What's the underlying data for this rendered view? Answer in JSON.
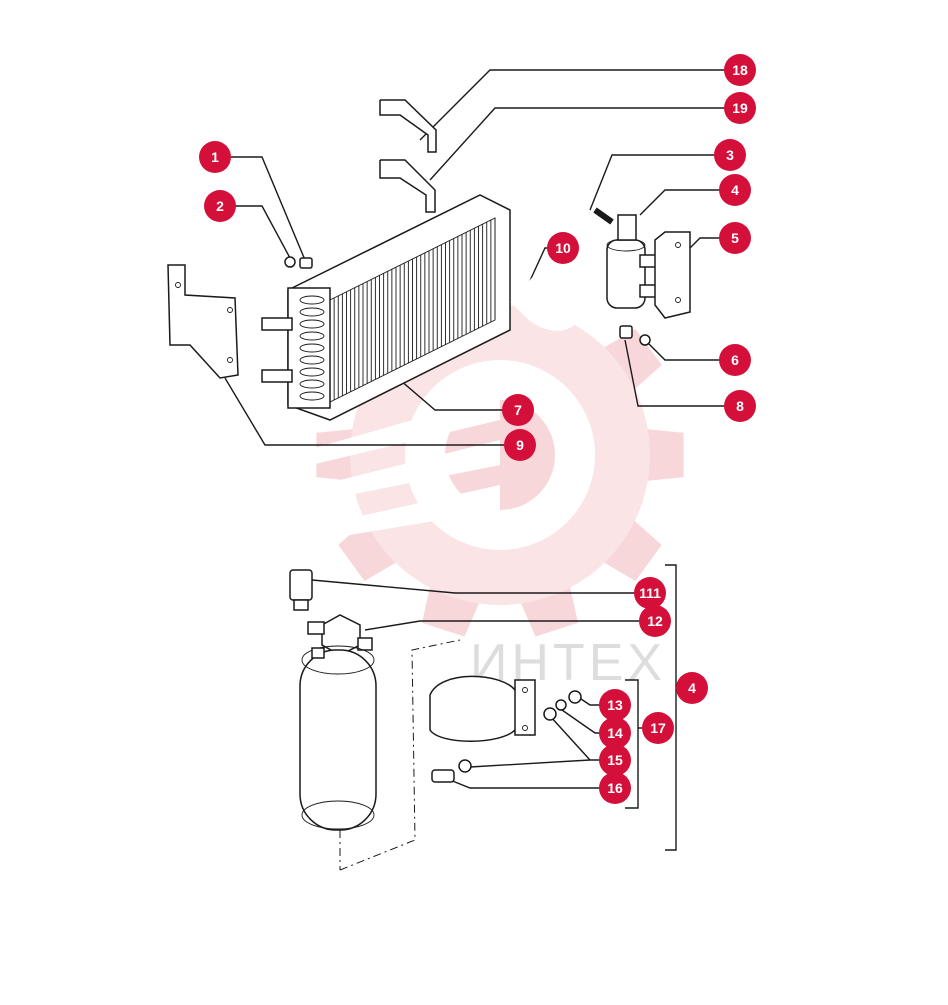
{
  "watermark": {
    "text": "ИНТЕХ",
    "colors": {
      "gear": "#f2b8bc",
      "text": "#c8c8c8"
    }
  },
  "colors": {
    "callout": "#d4103a",
    "line": "#1a1a1a"
  },
  "callouts": [
    {
      "id": "c18",
      "label": "18"
    },
    {
      "id": "c19",
      "label": "19"
    },
    {
      "id": "c1",
      "label": "1"
    },
    {
      "id": "c2",
      "label": "2"
    },
    {
      "id": "c3",
      "label": "3"
    },
    {
      "id": "c4a",
      "label": "4"
    },
    {
      "id": "c5",
      "label": "5"
    },
    {
      "id": "c10",
      "label": "10"
    },
    {
      "id": "c6",
      "label": "6"
    },
    {
      "id": "c8",
      "label": "8"
    },
    {
      "id": "c7",
      "label": "7"
    },
    {
      "id": "c9",
      "label": "9"
    },
    {
      "id": "c111",
      "label": "111"
    },
    {
      "id": "c12",
      "label": "12"
    },
    {
      "id": "c4b",
      "label": "4"
    },
    {
      "id": "c13",
      "label": "13"
    },
    {
      "id": "c14",
      "label": "14"
    },
    {
      "id": "c17",
      "label": "17"
    },
    {
      "id": "c15",
      "label": "15"
    },
    {
      "id": "c16",
      "label": "16"
    }
  ]
}
